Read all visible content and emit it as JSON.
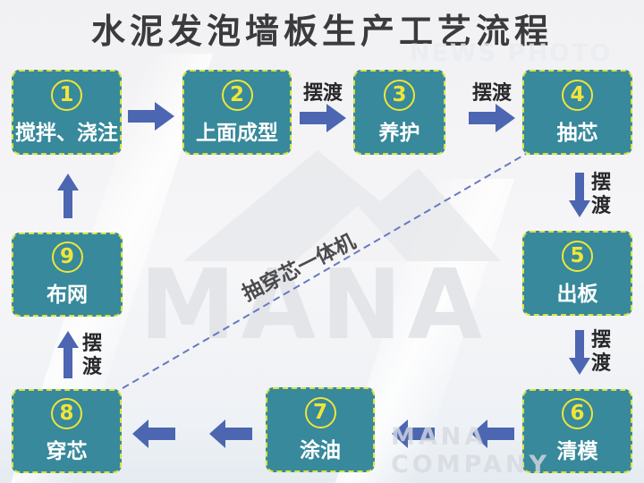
{
  "title": "水泥发泡墙板生产工艺流程",
  "labels": {
    "shuttle": "摆渡",
    "diagonal": "抽穿芯一体机"
  },
  "watermarks": {
    "top_right": "NEWS PHOTO",
    "center": "MANA",
    "bottom_right": "MANA COMPANY"
  },
  "colors": {
    "box_fill": "#37899b",
    "box_border_yellow": "#d9e23c",
    "number_yellow": "#efe53a",
    "arrow_blue": "#4c66b2",
    "dashed_line_blue": "#6679c2",
    "title_text": "#3b3b3d",
    "box_text": "#ffffff"
  },
  "steps": [
    {
      "num": "1",
      "label": "搅拌、浇注"
    },
    {
      "num": "2",
      "label": "上面成型"
    },
    {
      "num": "3",
      "label": "养护"
    },
    {
      "num": "4",
      "label": "抽芯"
    },
    {
      "num": "5",
      "label": "出板"
    },
    {
      "num": "6",
      "label": "清模"
    },
    {
      "num": "7",
      "label": "涂油"
    },
    {
      "num": "8",
      "label": "穿芯"
    },
    {
      "num": "9",
      "label": "布网"
    }
  ]
}
